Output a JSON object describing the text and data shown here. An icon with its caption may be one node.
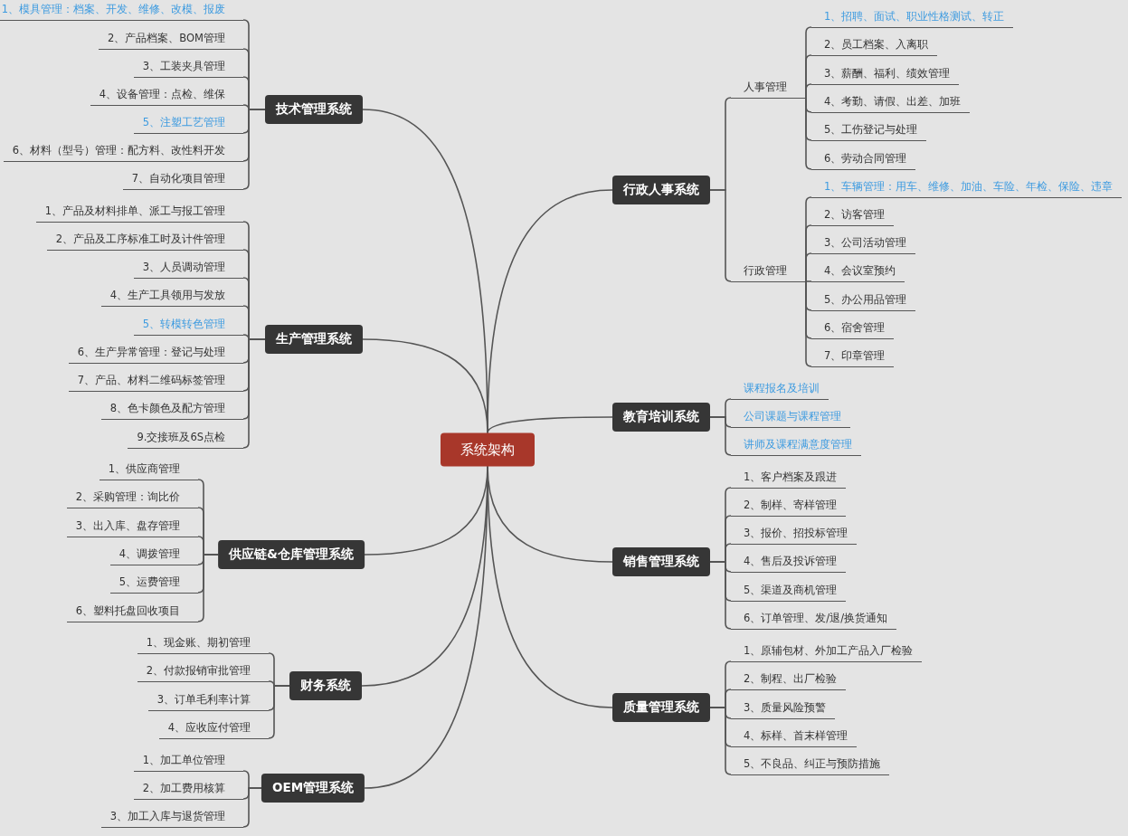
{
  "diagram": {
    "nodes": [
      {
        "text": [
          "系统架构"
        ]
      },
      {
        "text": [
          "技术管理系统"
        ]
      },
      {
        "text": [
          "1、模具管理：档案、开发、维修、改模、报废"
        ]
      },
      {
        "text": [
          "2、产品档案、BOM管理"
        ]
      },
      {
        "text": [
          "3、工装夹具管理"
        ]
      },
      {
        "text": [
          "4、设备管理：点检、维保"
        ]
      },
      {
        "text": [
          "5、注塑工艺管理"
        ]
      },
      {
        "text": [
          "6、材料（型号）管理：配方料、改性料开发"
        ]
      },
      {
        "text": [
          "7、自动化项目管理"
        ]
      },
      {
        "text": [
          "生产管理系统"
        ]
      },
      {
        "text": [
          "1、产品及材料排单、派工与报工管理"
        ]
      },
      {
        "text": [
          "2、产品及工序标准工时及计件管理"
        ]
      },
      {
        "text": [
          "3、人员调动管理"
        ]
      },
      {
        "text": [
          "4、生产工具领用与发放"
        ]
      },
      {
        "text": [
          "5、转模转色管理"
        ]
      },
      {
        "text": [
          "6、生产异常管理：登记与处理"
        ]
      },
      {
        "text": [
          "7、产品、材料二维码标签管理"
        ]
      },
      {
        "text": [
          "8、色卡颜色及配方管理"
        ]
      },
      {
        "text": [
          "9.交接班及6S点检"
        ]
      },
      {
        "text": [
          "供应链&仓库管理系统"
        ]
      },
      {
        "text": [
          "1、供应商管理"
        ]
      },
      {
        "text": [
          "2、采购管理：询比价"
        ]
      },
      {
        "text": [
          "3、出入库、盘存管理"
        ]
      },
      {
        "text": [
          "4、调拨管理"
        ]
      },
      {
        "text": [
          "5、运费管理"
        ]
      },
      {
        "text": [
          "6、塑料托盘回收项目"
        ]
      },
      {
        "text": [
          "财务系统"
        ]
      },
      {
        "text": [
          "1、现金账、期初管理"
        ]
      },
      {
        "text": [
          "2、付款报销审批管理"
        ]
      },
      {
        "text": [
          "3、订单毛利率计算"
        ]
      },
      {
        "text": [
          "4、应收应付管理"
        ]
      },
      {
        "text": [
          "OEM管理系统"
        ]
      },
      {
        "text": [
          "1、加工单位管理"
        ]
      },
      {
        "text": [
          "2、加工费用核算"
        ]
      },
      {
        "text": [
          "3、加工入库与退货管理"
        ]
      },
      {
        "text": [
          "行政人事系统"
        ]
      },
      {
        "text": [
          "人事管理"
        ]
      },
      {
        "text": [
          "1、招聘、面试、职业性格测试、转正"
        ]
      },
      {
        "text": [
          "2、员工档案、入离职"
        ]
      },
      {
        "text": [
          "3、薪酬、福利、绩效管理"
        ]
      },
      {
        "text": [
          "4、考勤、请假、出差、加班"
        ]
      },
      {
        "text": [
          "5、工伤登记与处理"
        ]
      },
      {
        "text": [
          "6、劳动合同管理"
        ]
      },
      {
        "text": [
          "行政管理"
        ]
      },
      {
        "text": [
          "1、车辆管理：用车、维修、加油、车险、年检、保险、违章"
        ]
      },
      {
        "text": [
          "2、访客管理"
        ]
      },
      {
        "text": [
          "3、公司活动管理"
        ]
      },
      {
        "text": [
          "4、会议室预约"
        ]
      },
      {
        "text": [
          "5、办公用品管理"
        ]
      },
      {
        "text": [
          "6、宿舍管理"
        ]
      },
      {
        "text": [
          "7、印章管理"
        ]
      },
      {
        "text": [
          "教育培训系统"
        ]
      },
      {
        "text": [
          "课程报名及培训"
        ]
      },
      {
        "text": [
          "公司课题与课程管理"
        ]
      },
      {
        "text": [
          "讲师及课程满意度管理"
        ]
      },
      {
        "text": [
          "销售管理系统"
        ]
      },
      {
        "text": [
          "1、客户档案及跟进"
        ]
      },
      {
        "text": [
          "2、制样、寄样管理"
        ]
      },
      {
        "text": [
          "3、报价、招投标管理"
        ]
      },
      {
        "text": [
          "4、售后及投诉管理"
        ]
      },
      {
        "text": [
          "5、渠道及商机管理"
        ]
      },
      {
        "text": [
          "6、订单管理、发/退/换货通知"
        ]
      },
      {
        "text": [
          "质量管理系统"
        ]
      },
      {
        "text": [
          "1、原辅包材、外加工产品入厂检验"
        ]
      },
      {
        "text": [
          "2、制程、出厂检验"
        ]
      },
      {
        "text": [
          "3、质量风险预警"
        ]
      },
      {
        "text": [
          "4、标样、首末样管理"
        ]
      },
      {
        "text": [
          "5、不良品、纠正与预防措施"
        ]
      }
    ],
    "edges": [
      {
        "from": 0,
        "to": 1,
        "arrow": "none"
      },
      {
        "from": 0,
        "to": 9,
        "arrow": "none"
      },
      {
        "from": 0,
        "to": 19,
        "arrow": "none"
      },
      {
        "from": 0,
        "to": 26,
        "arrow": "none"
      },
      {
        "from": 0,
        "to": 31,
        "arrow": "none"
      },
      {
        "from": 0,
        "to": 35,
        "arrow": "none"
      },
      {
        "from": 0,
        "to": 51,
        "arrow": "none"
      },
      {
        "from": 0,
        "to": 55,
        "arrow": "none"
      },
      {
        "from": 0,
        "to": 62,
        "arrow": "none"
      },
      {
        "from": 1,
        "to": 2,
        "arrow": "none"
      },
      {
        "from": 1,
        "to": 3,
        "arrow": "none"
      },
      {
        "from": 1,
        "to": 4,
        "arrow": "none"
      },
      {
        "from": 1,
        "to": 5,
        "arrow": "none"
      },
      {
        "from": 1,
        "to": 6,
        "arrow": "none"
      },
      {
        "from": 1,
        "to": 7,
        "arrow": "none"
      },
      {
        "from": 1,
        "to": 8,
        "arrow": "none"
      },
      {
        "from": 9,
        "to": 10,
        "arrow": "none"
      },
      {
        "from": 9,
        "to": 11,
        "arrow": "none"
      },
      {
        "from": 9,
        "to": 12,
        "arrow": "none"
      },
      {
        "from": 9,
        "to": 13,
        "arrow": "none"
      },
      {
        "from": 9,
        "to": 14,
        "arrow": "none"
      },
      {
        "from": 9,
        "to": 15,
        "arrow": "none"
      },
      {
        "from": 9,
        "to": 16,
        "arrow": "none"
      },
      {
        "from": 9,
        "to": 17,
        "arrow": "none"
      },
      {
        "from": 9,
        "to": 18,
        "arrow": "none"
      },
      {
        "from": 19,
        "to": 20,
        "arrow": "none"
      },
      {
        "from": 19,
        "to": 21,
        "arrow": "none"
      },
      {
        "from": 19,
        "to": 22,
        "arrow": "none"
      },
      {
        "from": 19,
        "to": 23,
        "arrow": "none"
      },
      {
        "from": 19,
        "to": 24,
        "arrow": "none"
      },
      {
        "from": 19,
        "to": 25,
        "arrow": "none"
      },
      {
        "from": 26,
        "to": 27,
        "arrow": "none"
      },
      {
        "from": 26,
        "to": 28,
        "arrow": "none"
      },
      {
        "from": 26,
        "to": 29,
        "arrow": "none"
      },
      {
        "from": 26,
        "to": 30,
        "arrow": "none"
      },
      {
        "from": 31,
        "to": 32,
        "arrow": "none"
      },
      {
        "from": 31,
        "to": 33,
        "arrow": "none"
      },
      {
        "from": 31,
        "to": 34,
        "arrow": "none"
      },
      {
        "from": 35,
        "to": 36,
        "arrow": "none"
      },
      {
        "from": 35,
        "to": 43,
        "arrow": "none"
      },
      {
        "from": 36,
        "to": 37,
        "arrow": "none"
      },
      {
        "from": 36,
        "to": 38,
        "arrow": "none"
      },
      {
        "from": 36,
        "to": 39,
        "arrow": "none"
      },
      {
        "from": 36,
        "to": 40,
        "arrow": "none"
      },
      {
        "from": 36,
        "to": 41,
        "arrow": "none"
      },
      {
        "from": 36,
        "to": 42,
        "arrow": "none"
      },
      {
        "from": 43,
        "to": 44,
        "arrow": "none"
      },
      {
        "from": 43,
        "to": 45,
        "arrow": "none"
      },
      {
        "from": 43,
        "to": 46,
        "arrow": "none"
      },
      {
        "from": 43,
        "to": 47,
        "arrow": "none"
      },
      {
        "from": 43,
        "to": 48,
        "arrow": "none"
      },
      {
        "from": 43,
        "to": 49,
        "arrow": "none"
      },
      {
        "from": 43,
        "to": 50,
        "arrow": "none"
      },
      {
        "from": 51,
        "to": 52,
        "arrow": "none"
      },
      {
        "from": 51,
        "to": 53,
        "arrow": "none"
      },
      {
        "from": 51,
        "to": 54,
        "arrow": "none"
      },
      {
        "from": 55,
        "to": 56,
        "arrow": "none"
      },
      {
        "from": 55,
        "to": 57,
        "arrow": "none"
      },
      {
        "from": 55,
        "to": 58,
        "arrow": "none"
      },
      {
        "from": 55,
        "to": 59,
        "arrow": "none"
      },
      {
        "from": 55,
        "to": 60,
        "arrow": "none"
      },
      {
        "from": 55,
        "to": 61,
        "arrow": "none"
      },
      {
        "from": 62,
        "to": 63,
        "arrow": "none"
      },
      {
        "from": 62,
        "to": 64,
        "arrow": "none"
      },
      {
        "from": 62,
        "to": 65,
        "arrow": "none"
      },
      {
        "from": 62,
        "to": 66,
        "arrow": "none"
      },
      {
        "from": 62,
        "to": 67,
        "arrow": "none"
      }
    ]
  }
}
